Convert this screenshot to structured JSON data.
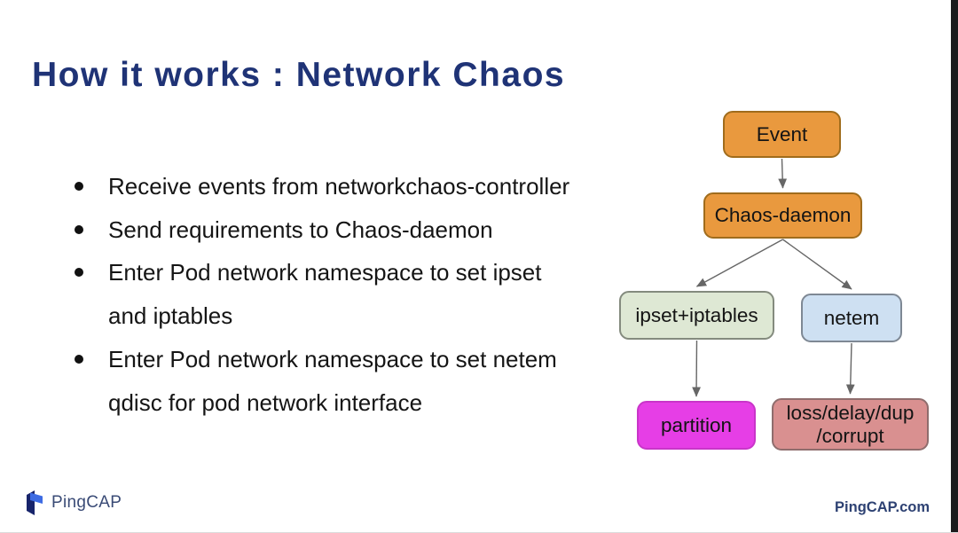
{
  "slide": {
    "title": "How it works : Network Chaos",
    "bullets": [
      {
        "lines": [
          "Receive events from networkchaos-controller"
        ]
      },
      {
        "lines": [
          "Send requirements to Chaos-daemon"
        ]
      },
      {
        "lines": [
          "Enter Pod network namespace to set ipset",
          "and iptables"
        ]
      },
      {
        "lines": [
          "Enter Pod network namespace to set netem",
          "qdisc for pod network interface"
        ]
      }
    ]
  },
  "diagram": {
    "nodes": [
      {
        "id": "event",
        "label": "Event",
        "fill": "#E9993E",
        "stroke": "#A06C1C"
      },
      {
        "id": "chaos-daemon",
        "label": "Chaos-daemon",
        "fill": "#E9993E",
        "stroke": "#A06C1C"
      },
      {
        "id": "ipset-iptables",
        "label": "ipset+iptables",
        "fill": "#DEE8D4",
        "stroke": "#848B7E"
      },
      {
        "id": "netem",
        "label": "netem",
        "fill": "#CEE0F2",
        "stroke": "#7E8894"
      },
      {
        "id": "partition",
        "label": "partition",
        "fill": "#E63EE6",
        "stroke": "#C935C9"
      },
      {
        "id": "loss-delay-dup-corrupt",
        "label": "loss/delay/dup\n/corrupt",
        "fill": "#D99090",
        "stroke": "#8F6D6D"
      }
    ],
    "edges": [
      {
        "from": "event",
        "to": "chaos-daemon"
      },
      {
        "from": "chaos-daemon",
        "to": "ipset-iptables"
      },
      {
        "from": "chaos-daemon",
        "to": "netem"
      },
      {
        "from": "ipset-iptables",
        "to": "partition"
      },
      {
        "from": "netem",
        "to": "loss-delay-dup-corrupt"
      }
    ],
    "arrow_color": "#666666"
  },
  "footer": {
    "logo_text": "PingCAP",
    "site_text": "PingCAP.com"
  },
  "colors": {
    "title": "#1F3376",
    "body_text": "#151515",
    "background": "#FFFFFF",
    "right_edge_bar": "#1B1B1D",
    "logo_blue": "#3D6BE3",
    "logo_navy": "#17246B",
    "logo_text": "#3A4B76",
    "site_text": "#2E4273"
  }
}
